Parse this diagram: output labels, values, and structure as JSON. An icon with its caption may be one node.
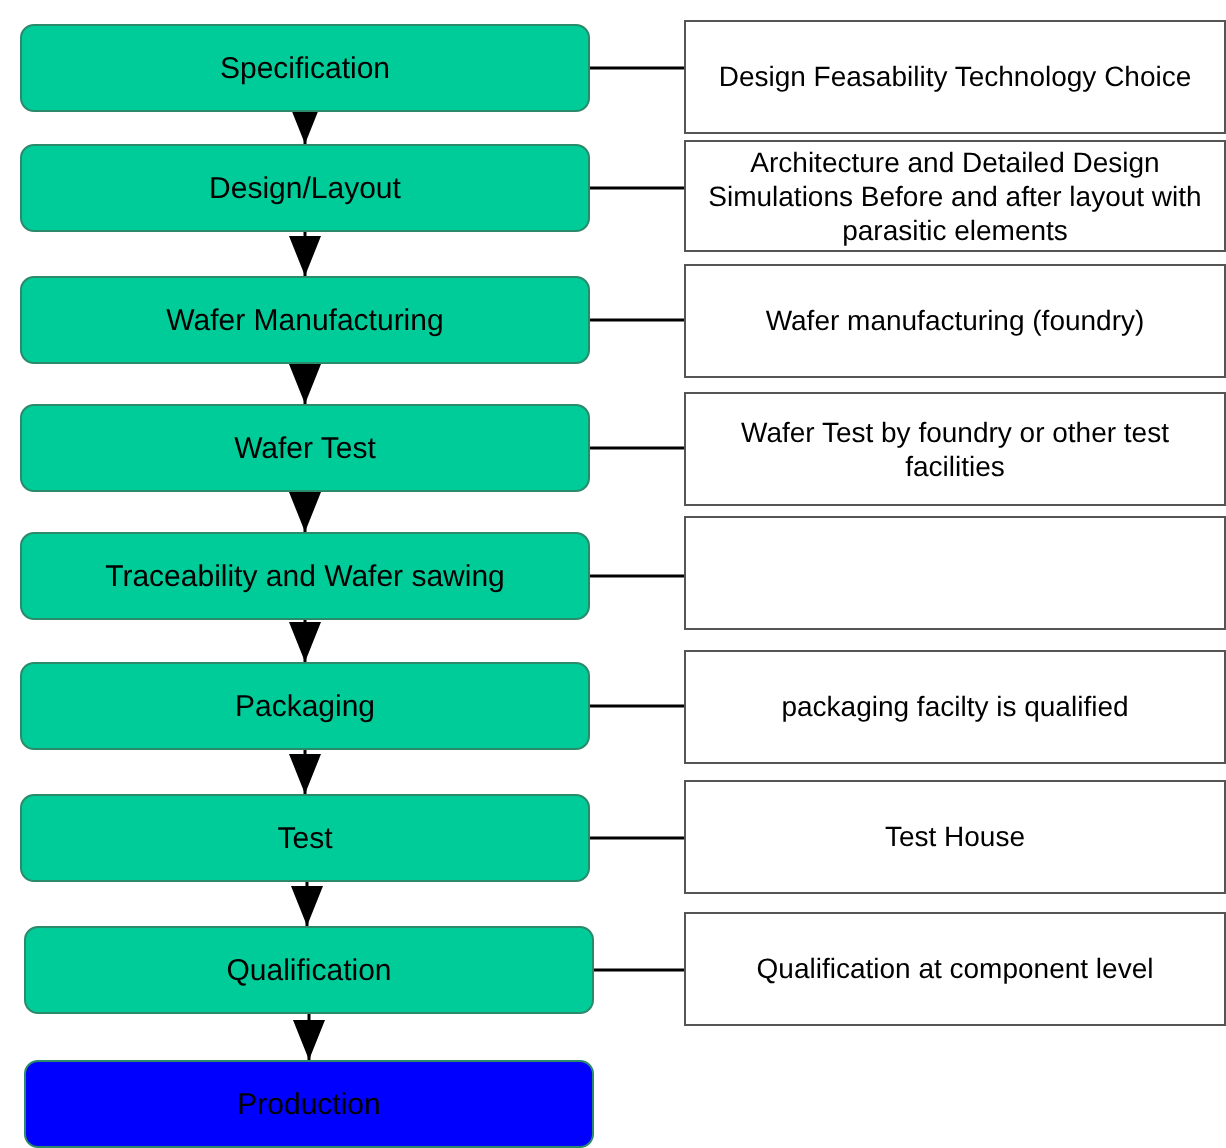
{
  "diagram": {
    "nodes": [
      {
        "text": [
          "Specification"
        ]
      },
      {
        "text": [
          "Design/Layout"
        ]
      },
      {
        "text": [
          "Wafer Manufacturing"
        ]
      },
      {
        "text": [
          "Wafer Test"
        ]
      },
      {
        "text": [
          "Traceability and Wafer sawing"
        ]
      },
      {
        "text": [
          "Packaging"
        ]
      },
      {
        "text": [
          "Test"
        ]
      },
      {
        "text": [
          "Qualification"
        ]
      },
      {
        "text": [
          "Production"
        ]
      },
      {
        "text": [
          "Design Feasability Technology Choice"
        ]
      },
      {
        "text": [
          "Architecture and Detailed Design Simulations Before and after layout with parasitic elements"
        ]
      },
      {
        "text": [
          "Wafer manufacturing (foundry)"
        ]
      },
      {
        "text": [
          "Wafer Test by foundry or other test facilities"
        ]
      },
      {
        "text": [],
        "shape": "box"
      },
      {
        "text": [
          "packaging facilty is qualified"
        ]
      },
      {
        "text": [
          "Test House"
        ]
      },
      {
        "text": [
          "Qualification at component level"
        ]
      }
    ],
    "edges": [
      {
        "from": 0,
        "to": 1,
        "arrow": "to"
      },
      {
        "from": 1,
        "to": 2,
        "arrow": "to"
      },
      {
        "from": 2,
        "to": 3,
        "arrow": "to"
      },
      {
        "from": 3,
        "to": 4,
        "arrow": "to"
      },
      {
        "from": 4,
        "to": 5,
        "arrow": "to"
      },
      {
        "from": 5,
        "to": 6,
        "arrow": "to"
      },
      {
        "from": 6,
        "to": 7,
        "arrow": "to"
      },
      {
        "from": 7,
        "to": 8,
        "arrow": "to"
      },
      {
        "from": 0,
        "to": 9,
        "arrow": "none"
      },
      {
        "from": 1,
        "to": 10,
        "arrow": "none"
      },
      {
        "from": 2,
        "to": 11,
        "arrow": "none"
      },
      {
        "from": 3,
        "to": 12,
        "arrow": "none"
      },
      {
        "from": 4,
        "to": 13,
        "arrow": "none"
      },
      {
        "from": 5,
        "to": 14,
        "arrow": "none"
      },
      {
        "from": 6,
        "to": 15,
        "arrow": "none"
      },
      {
        "from": 7,
        "to": 16,
        "arrow": "none"
      }
    ]
  }
}
